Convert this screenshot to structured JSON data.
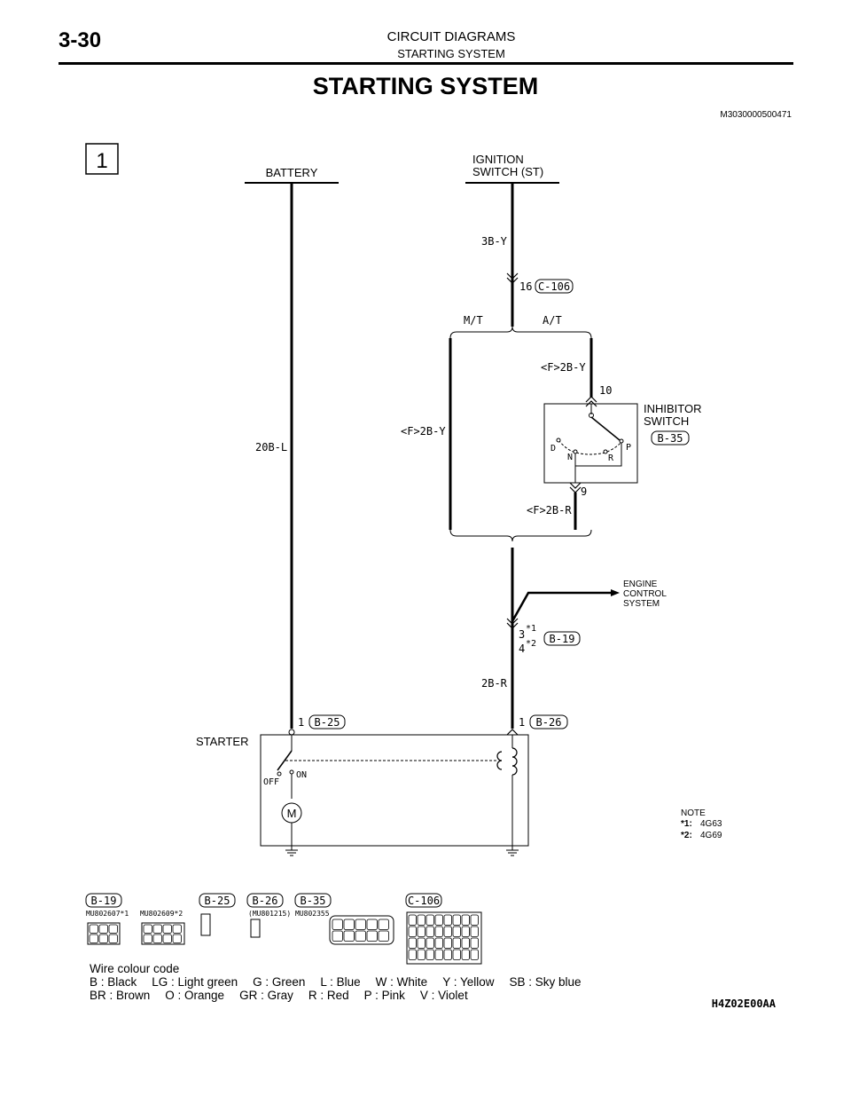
{
  "header": {
    "page_number": "3-30",
    "title": "CIRCUIT DIAGRAMS",
    "subtitle": "STARTING SYSTEM",
    "main_title": "STARTING SYSTEM",
    "doc_code": "M3030000500471"
  },
  "diagram": {
    "section_number": "1",
    "labels": {
      "battery": "BATTERY",
      "ignition_line1": "IGNITION",
      "ignition_line2": "SWITCH (ST)",
      "wire_3by": "3B-Y",
      "pin_16": "16",
      "conn_c106": "C-106",
      "mt": "M/T",
      "at": "A/T",
      "wire_f2by_right": "<F>2B-Y",
      "pin_10": "10",
      "inhibitor_line1": "INHIBITOR",
      "inhibitor_line2": "SWITCH",
      "conn_b35": "B-35",
      "pos_d": "D",
      "pos_n": "N",
      "pos_r": "R",
      "pos_p": "P",
      "pin_9": "9",
      "wire_f2br": "<F>2B-R",
      "wire_f2by_left": "<F>2B-Y",
      "wire_20bl": "20B-L",
      "ecs_line1": "ENGINE",
      "ecs_line2": "CONTROL",
      "ecs_line3": "SYSTEM",
      "pin_3": "3",
      "pin_4": "4",
      "star1": "*1",
      "star2": "*2",
      "conn_b19": "B-19",
      "wire_2br": "2B-R",
      "pin_1_left": "1",
      "conn_b25": "B-25",
      "pin_1_right": "1",
      "conn_b26": "B-26",
      "starter": "STARTER",
      "off": "OFF",
      "on": "ON",
      "motor": "M"
    },
    "note": {
      "title": "NOTE",
      "items": [
        {
          "mark": "*1:",
          "value": "4G63"
        },
        {
          "mark": "*2:",
          "value": "4G69"
        }
      ]
    }
  },
  "connectors": {
    "b19": {
      "label": "B-19",
      "part1": "MU802607*1",
      "part2": "MU802609*2"
    },
    "b25": {
      "label": "B-25"
    },
    "b26": {
      "label": "B-26",
      "part": "(MU801215)"
    },
    "b35": {
      "label": "B-35",
      "part": "MU802355"
    },
    "c106": {
      "label": "C-106"
    }
  },
  "legend": {
    "title": "Wire colour code",
    "row1": [
      "B : Black",
      "LG : Light green",
      "G : Green",
      "L : Blue",
      "W : White",
      "Y : Yellow",
      "SB : Sky blue"
    ],
    "row2": [
      "BR : Brown",
      "O : Orange",
      "GR : Gray",
      "R : Red",
      "P : Pink",
      "V : Violet"
    ]
  },
  "figure_code": "H4Z02E00AA"
}
